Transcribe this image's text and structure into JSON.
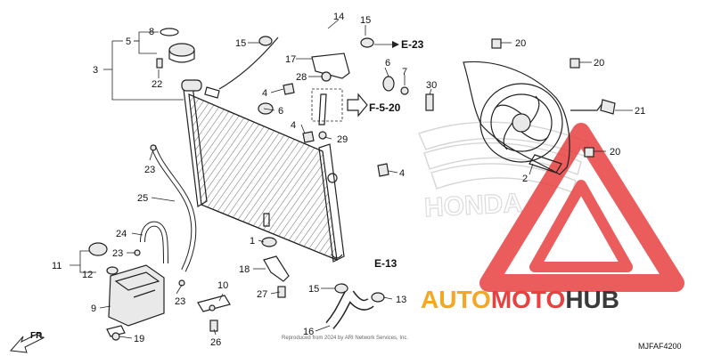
{
  "diagram": {
    "callouts": {
      "c1": "1",
      "c2": "2",
      "c3": "3",
      "c4a": "4",
      "c4b": "4",
      "c4c": "4",
      "c5": "5",
      "c6a": "6",
      "c6b": "6",
      "c7": "7",
      "c8": "8",
      "c9": "9",
      "c10": "10",
      "c11": "11",
      "c12": "12",
      "c13": "13",
      "c14": "14",
      "c15a": "15",
      "c15b": "15",
      "c15c": "15",
      "c16": "16",
      "c17": "17",
      "c18": "18",
      "c19": "19",
      "c20a": "20",
      "c20b": "20",
      "c20c": "20",
      "c21": "21",
      "c22": "22",
      "c23a": "23",
      "c23b": "23",
      "c23c": "23",
      "c24": "24",
      "c25": "25",
      "c26": "26",
      "c27": "27",
      "c28": "28",
      "c29": "29",
      "c30": "30"
    },
    "refs": {
      "e23": "E-23",
      "f520": "F-5-20",
      "e13": "E-13"
    },
    "direction_label": "FR.",
    "diagram_code": "MJFAF4200",
    "copyright": "Reproduced from 2024 by ARI Network Services, Inc."
  },
  "watermark": {
    "brand_part1": "AUTO",
    "brand_part2": "MOTO",
    "brand_part3": "HUB",
    "background_logo_text": "HONDA",
    "colors": {
      "orange": "#f5a623",
      "red": "#e8413f",
      "dark": "#3a3a3a"
    }
  }
}
